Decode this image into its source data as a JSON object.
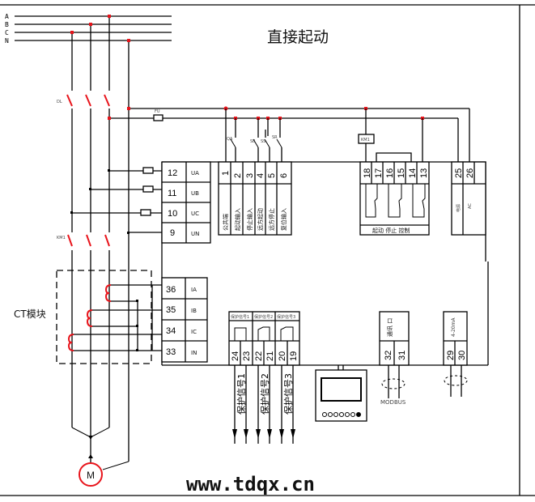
{
  "title": "直接起动",
  "website": "www.tdqx.cn",
  "colors": {
    "accent": "#e8141b",
    "line": "#000000",
    "background": "#ffffff"
  },
  "bus": {
    "phases": [
      "A",
      "B",
      "C",
      "N"
    ]
  },
  "labels": {
    "breaker": "DL",
    "contactor": "KM1",
    "fuse": "FU",
    "coil": "KM1",
    "ct_module": "CT模块",
    "motor": "M",
    "comm": "MODBUS"
  },
  "voltage_terminals": [
    {
      "num": "12",
      "label": "UA"
    },
    {
      "num": "11",
      "label": "UB"
    },
    {
      "num": "10",
      "label": "UC"
    },
    {
      "num": "9",
      "label": "UN"
    }
  ],
  "current_terminals": [
    {
      "num": "36",
      "label": "IA"
    },
    {
      "num": "35",
      "label": "IB"
    },
    {
      "num": "34",
      "label": "IC"
    },
    {
      "num": "33",
      "label": "IN"
    }
  ],
  "digital_inputs": {
    "terminals": [
      "1",
      "2",
      "3",
      "4",
      "5",
      "6"
    ],
    "labels": [
      "公共端",
      "起动输入",
      "停止输入",
      "远方起动",
      "远方停止",
      "复位输入"
    ],
    "switch_labels": [
      "QA",
      "SB",
      "SS",
      "SR"
    ]
  },
  "relay_outputs": {
    "terminals": [
      "18",
      "17",
      "16",
      "15",
      "14",
      "13"
    ],
    "label": "起动 停止 控制"
  },
  "power_supply": {
    "terminals": [
      "25",
      "26"
    ],
    "labels": [
      "电源",
      "AC"
    ]
  },
  "protection_outputs": {
    "terminals": [
      "24",
      "23",
      "22",
      "21",
      "20",
      "19"
    ],
    "headers": [
      "保护信号1",
      "保护信号2",
      "保护信号3"
    ],
    "signals": [
      "保护信号1",
      "保护信号2",
      "保护信号3"
    ]
  },
  "comm_port": {
    "terminals": [
      "32",
      "31"
    ],
    "label": "通讯 口"
  },
  "analog_output": {
    "terminals": [
      "29",
      "30"
    ],
    "label": "4-20mA"
  }
}
